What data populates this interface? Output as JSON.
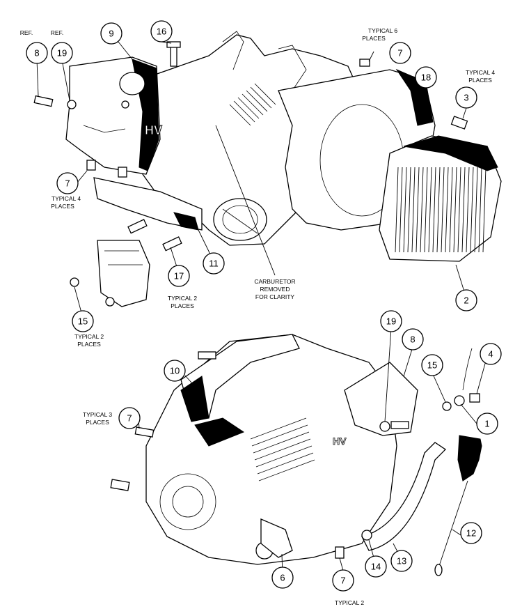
{
  "callouts": [
    {
      "id": "c-8a",
      "label": "8"
    },
    {
      "id": "c-19a",
      "label": "19"
    },
    {
      "id": "c-9",
      "label": "9"
    },
    {
      "id": "c-16",
      "label": "16"
    },
    {
      "id": "c-7a",
      "label": "7"
    },
    {
      "id": "c-18",
      "label": "18"
    },
    {
      "id": "c-3",
      "label": "3"
    },
    {
      "id": "c-7b",
      "label": "7"
    },
    {
      "id": "c-11",
      "label": "11"
    },
    {
      "id": "c-17",
      "label": "17"
    },
    {
      "id": "c-15a",
      "label": "15"
    },
    {
      "id": "c-2",
      "label": "2"
    },
    {
      "id": "c-10",
      "label": "10"
    },
    {
      "id": "c-19b",
      "label": "19"
    },
    {
      "id": "c-8b",
      "label": "8"
    },
    {
      "id": "c-15b",
      "label": "15"
    },
    {
      "id": "c-4",
      "label": "4"
    },
    {
      "id": "c-7c",
      "label": "7"
    },
    {
      "id": "c-1",
      "label": "1"
    },
    {
      "id": "c-12",
      "label": "12"
    },
    {
      "id": "c-13",
      "label": "13"
    },
    {
      "id": "c-14",
      "label": "14"
    },
    {
      "id": "c-6",
      "label": "6"
    },
    {
      "id": "c-7d",
      "label": "7"
    }
  ],
  "notes": {
    "ref_8": "REF.",
    "ref_19": "REF.",
    "typ6": [
      "TYPICAL 6",
      "PLACES"
    ],
    "typ4_right": [
      "TYPICAL 4",
      "PLACES"
    ],
    "typ4_left": [
      "TYPICAL 4",
      "PLACES"
    ],
    "typ2_mid": [
      "TYPICAL 2",
      "PLACES"
    ],
    "typ2_left": [
      "TYPICAL 2",
      "PLACES"
    ],
    "carb": [
      "CARBURETOR",
      "REMOVED",
      "FOR CLARITY"
    ],
    "typ3": [
      "TYPICAL 3",
      "PLACES"
    ],
    "typ2_bottom": "TYPICAL 2",
    "hv_mark": "HV"
  }
}
